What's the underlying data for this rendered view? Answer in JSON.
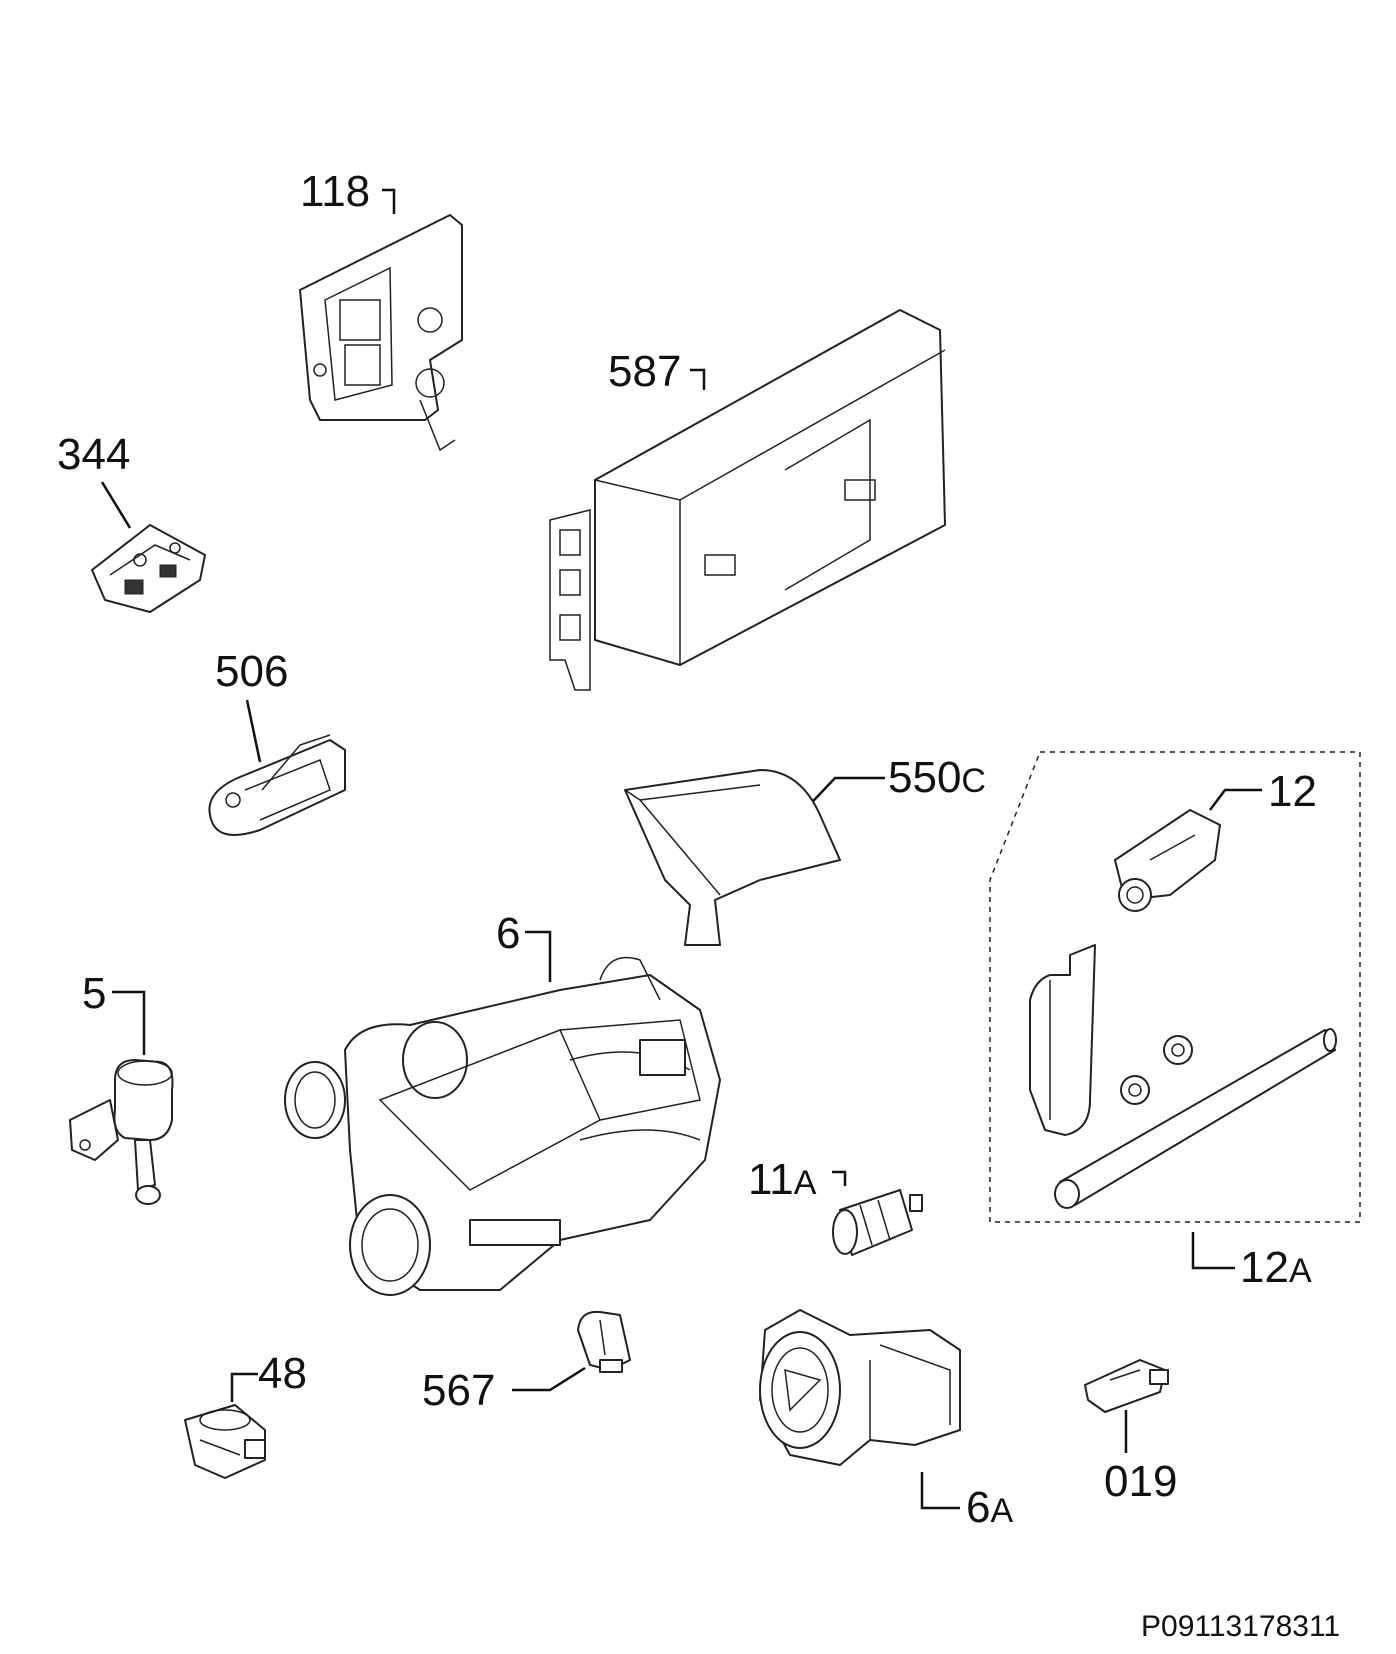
{
  "labels": {
    "p118": "118",
    "p587": "587",
    "p344": "344",
    "p506": "506",
    "p550c_num": "550",
    "p550c_suf": "C",
    "p12": "12",
    "p6": "6",
    "p5": "5",
    "p11a_num": "11",
    "p11a_suf": "A",
    "p12a_num": "12",
    "p12a_suf": "A",
    "p48": "48",
    "p567": "567",
    "p6a_num": "6",
    "p6a_suf": "A",
    "p019": "019"
  },
  "drawing_code": "P09113178311"
}
